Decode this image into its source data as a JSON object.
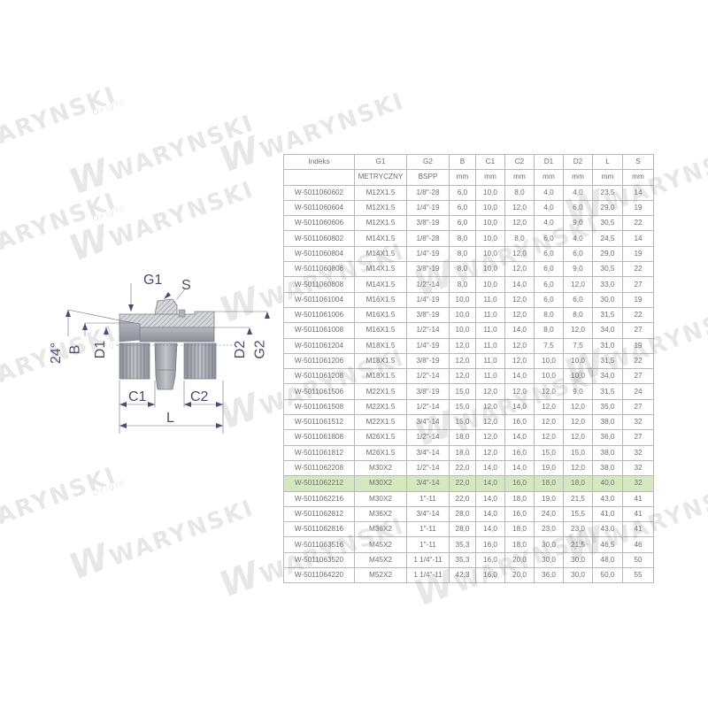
{
  "drawing": {
    "labels": {
      "g1": "G1",
      "s": "S",
      "angle": "24°",
      "b": "B",
      "d1": "D1",
      "d2": "D2",
      "g2": "G2",
      "c1": "C1",
      "c2": "C2",
      "l": "L"
    },
    "colors": {
      "body": "#a9acb3",
      "body_dark": "#7d8089",
      "hatch": "#c9cbd0",
      "dimension": "#4a4a7a"
    }
  },
  "watermark": {
    "brand": "WARYNSKI",
    "sub": "Origin"
  },
  "table": {
    "header": [
      "Indeks",
      "G1",
      "G2",
      "B",
      "C1",
      "C2",
      "D1",
      "D2",
      "L",
      "S"
    ],
    "subheader": [
      "",
      "METRYCZNY",
      "BSPP",
      "mm",
      "mm",
      "mm",
      "mm",
      "mm",
      "mm",
      "mm"
    ],
    "highlight_color": "#d6e8c2",
    "rows": [
      [
        "W-5011060602",
        "M12X1.5",
        "1/8\"-28",
        "6,0",
        "10,0",
        "8,0",
        "4,0",
        "4,0",
        "23,5",
        "14"
      ],
      [
        "W-5011060604",
        "M12X1.5",
        "1/4\"-19",
        "6,0",
        "10,0",
        "12,0",
        "4,0",
        "6,0",
        "29,0",
        "19"
      ],
      [
        "W-5011060606",
        "M12X1.5",
        "3/8\"-19",
        "6,0",
        "10,0",
        "12,0",
        "4,0",
        "9,0",
        "30,5",
        "22"
      ],
      [
        "W-5011060802",
        "M14X1.5",
        "1/8\"-28",
        "8,0",
        "10,0",
        "8,0",
        "6,0",
        "4,0",
        "24,5",
        "14"
      ],
      [
        "W-5011060804",
        "M14X1.5",
        "1/4\"-19",
        "8,0",
        "10,0",
        "12,0",
        "6,0",
        "6,0",
        "29,0",
        "19"
      ],
      [
        "W-5011060806",
        "M14X1.5",
        "3/8\"-19",
        "8,0",
        "10,0",
        "12,0",
        "6,0",
        "9,0",
        "30,5",
        "22"
      ],
      [
        "W-5011060808",
        "M14X1.5",
        "1/2\"-14",
        "8,0",
        "10,0",
        "14,0",
        "6,0",
        "12,0",
        "33,0",
        "27"
      ],
      [
        "W-5011061004",
        "M16X1.5",
        "1/4\"-19",
        "10,0",
        "11,0",
        "12,0",
        "6,0",
        "6,0",
        "30,0",
        "19"
      ],
      [
        "W-5011061006",
        "M16X1.5",
        "3/8\"-19",
        "10,0",
        "11,0",
        "12,0",
        "8,0",
        "8,0",
        "31,5",
        "22"
      ],
      [
        "W-5011061008",
        "M16X1.5",
        "1/2\"-14",
        "10,0",
        "11,0",
        "14,0",
        "8,0",
        "12,0",
        "34,0",
        "27"
      ],
      [
        "W-5011061204",
        "M18X1.5",
        "1/4\"-19",
        "12,0",
        "11,0",
        "12,0",
        "7,5",
        "7,5",
        "31,0",
        "19"
      ],
      [
        "W-5011061206",
        "M18X1.5",
        "3/8\"-19",
        "12,0",
        "11,0",
        "12,0",
        "10,0",
        "10,0",
        "31,5",
        "22"
      ],
      [
        "W-5011061208",
        "M18X1.5",
        "1/2\"-14",
        "12,0",
        "11,0",
        "14,0",
        "10,0",
        "10,0",
        "34,0",
        "27"
      ],
      [
        "W-5011061506",
        "M22X1.5",
        "3/8\"-19",
        "15,0",
        "12,0",
        "12,0",
        "12,0",
        "9,0",
        "31,5",
        "24"
      ],
      [
        "W-5011061508",
        "M22X1.5",
        "1/2\"-14",
        "15,0",
        "12,0",
        "14,0",
        "12,0",
        "12,0",
        "35,0",
        "27"
      ],
      [
        "W-5011061512",
        "M22X1.5",
        "3/4\"-14",
        "15,0",
        "12,0",
        "16,0",
        "12,0",
        "12,0",
        "38,0",
        "32"
      ],
      [
        "W-5011061808",
        "M26X1.5",
        "1/2\"-14",
        "18,0",
        "12,0",
        "14,0",
        "12,0",
        "12,0",
        "36,0",
        "27"
      ],
      [
        "W-5011061812",
        "M26X1.5",
        "3/4\"-14",
        "18,0",
        "12,0",
        "16,0",
        "15,0",
        "15,0",
        "38,0",
        "32"
      ],
      [
        "W-5011062208",
        "M30X2",
        "1/2\"-14",
        "22,0",
        "14,0",
        "14,0",
        "19,0",
        "12,0",
        "38,0",
        "32"
      ],
      [
        "W-5011062212",
        "M30X2",
        "3/4\"-14",
        "22,0",
        "14,0",
        "16,0",
        "18,0",
        "18,0",
        "40,0",
        "32"
      ],
      [
        "W-5011062216",
        "M30X2",
        "1\"-11",
        "22,0",
        "14,0",
        "18,0",
        "19,0",
        "21,5",
        "43,0",
        "41"
      ],
      [
        "W-5011062812",
        "M36X2",
        "3/4\"-14",
        "28,0",
        "14,0",
        "16,0",
        "24,0",
        "15,5",
        "41,0",
        "41"
      ],
      [
        "W-5011062816",
        "M36X2",
        "1\"-11",
        "28,0",
        "14,0",
        "18,0",
        "23,0",
        "23,0",
        "43,0",
        "41"
      ],
      [
        "W-5011063516",
        "M45X2",
        "1\"-11",
        "35,3",
        "16,0",
        "18,0",
        "30,0",
        "21,5",
        "46,5",
        "46"
      ],
      [
        "W-5011063520",
        "M45X2",
        "1 1/4\"-11",
        "35,3",
        "16,0",
        "20,0",
        "30,0",
        "30,0",
        "48,0",
        "50"
      ],
      [
        "W-5011064220",
        "M52X2",
        "1 1/4\"-11",
        "42,3",
        "16,0",
        "20,0",
        "36,0",
        "30,0",
        "50,0",
        "55"
      ]
    ],
    "highlighted_row_index": 19
  }
}
